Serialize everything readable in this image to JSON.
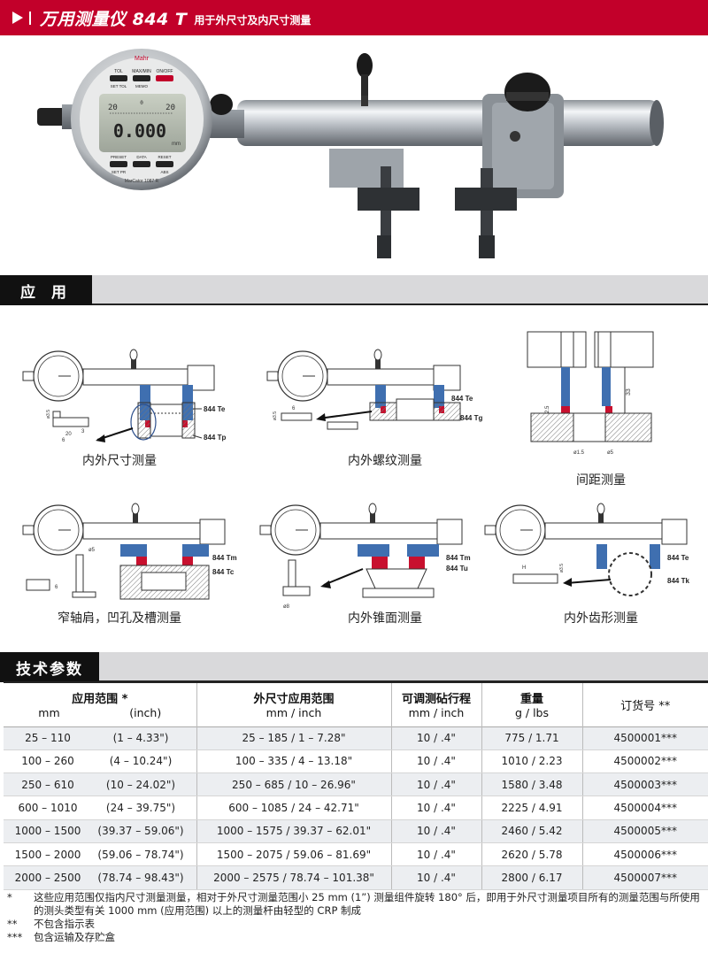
{
  "header": {
    "title": "万用测量仪 844 T",
    "subtitle": "用于外尺寸及内尺寸测量"
  },
  "gauge_display": {
    "brand": "Mahr",
    "reading": "0.000",
    "scale_left": "20",
    "scale_right": "20",
    "scale_center": "0",
    "unit": "mm",
    "top_buttons": [
      "TOL",
      "MAX/MIN",
      "ON/OFF"
    ],
    "top_button_subs": [
      "SET TOL",
      "MEMO",
      ""
    ],
    "bottom_buttons": [
      "PRESET",
      "DATA",
      "RESET"
    ],
    "bottom_button_subs": [
      "SET PR",
      "",
      "ABS"
    ],
    "model": "MarCator 1087 R"
  },
  "sections": {
    "applications": "应 用",
    "specs": "技术参数"
  },
  "applications": [
    {
      "caption": "内外尺寸测量",
      "labels": [
        "844 Te",
        "844 Tp"
      ]
    },
    {
      "caption": "内外螺纹测量",
      "labels": [
        "844 Te",
        "844 Tg"
      ]
    },
    {
      "caption": "间距测量",
      "labels": []
    },
    {
      "caption": "窄轴肩，凹孔及槽测量",
      "labels": [
        "844 Tm",
        "844 Tc"
      ]
    },
    {
      "caption": "内外锥面测量",
      "labels": [
        "844 Tm",
        "844 Tu"
      ]
    },
    {
      "caption": "内外齿形测量",
      "labels": [
        "844 Te",
        "844 Tk"
      ]
    }
  ],
  "dimension_labels": {
    "d35": "ø3.5",
    "six": "6",
    "twenty": "20",
    "three": "3",
    "five": "5",
    "thirtythree": "33",
    "twopointfive": "2.5",
    "d15": "ø1.5",
    "d5": "ø5",
    "h": "H",
    "d8": "ø8"
  },
  "table": {
    "headers": {
      "range": "应用范围 *",
      "range_mm": "mm",
      "range_inch": "(inch)",
      "outer": "外尺寸应用范围",
      "outer_units": "mm   /   inch",
      "travel": "可调测砧行程",
      "travel_units": "mm   /   inch",
      "weight": "重量",
      "weight_units": "g   /   lbs",
      "order": "订货号 **"
    },
    "rows": [
      [
        "25 – 110",
        "(1 – 4.33\")",
        "25 – 185   /   1 – 7.28\"",
        "10   /   .4\"",
        "775   /   1.71",
        "4500001***"
      ],
      [
        "100 – 260",
        "(4 – 10.24\")",
        "100 – 335   /   4 – 13.18\"",
        "10   /   .4\"",
        "1010   /   2.23",
        "4500002***"
      ],
      [
        "250 – 610",
        "(10 – 24.02\")",
        "250 – 685   /   10 – 26.96\"",
        "10   /   .4\"",
        "1580   /   3.48",
        "4500003***"
      ],
      [
        "600 – 1010",
        "(24 – 39.75\")",
        "600 – 1085   /   24 – 42.71\"",
        "10   /   .4\"",
        "2225   /   4.91",
        "4500004***"
      ],
      [
        "1000 – 1500",
        "(39.37 – 59.06\")",
        "1000 – 1575   /   39.37 – 62.01\"",
        "10   /   .4\"",
        "2460   /   5.42",
        "4500005***"
      ],
      [
        "1500 – 2000",
        "(59.06 – 78.74\")",
        "1500 – 2075 / 59.06 – 81.69\"",
        "10   /   .4\"",
        "2620   /   5.78",
        "4500006***"
      ],
      [
        "2000 – 2500",
        "(78.74 – 98.43\")",
        "2000 – 2575 / 78.74 – 101.38\"",
        "10   /   .4\"",
        "2800   /   6.17",
        "4500007***"
      ]
    ]
  },
  "notes": [
    {
      "mark": "*",
      "text": "这些应用范围仅指内尺寸测量测量，相对于外尺寸测量范围小 25 mm (1”) 测量组件旋转 180° 后，即用于外尺寸测量项目所有的测量范围与所使用的测头类型有关 1000 mm (应用范围) 以上的测量杆由轻型的 CRP 制成"
    },
    {
      "mark": "**",
      "text": "不包含指示表"
    },
    {
      "mark": "***",
      "text": "包含运输及存贮盒"
    }
  ],
  "colors": {
    "brand_red": "#c2002a",
    "probe_blue": "#3f6fb0",
    "probe_red": "#c8102e",
    "section_gray": "#d9d9db"
  }
}
